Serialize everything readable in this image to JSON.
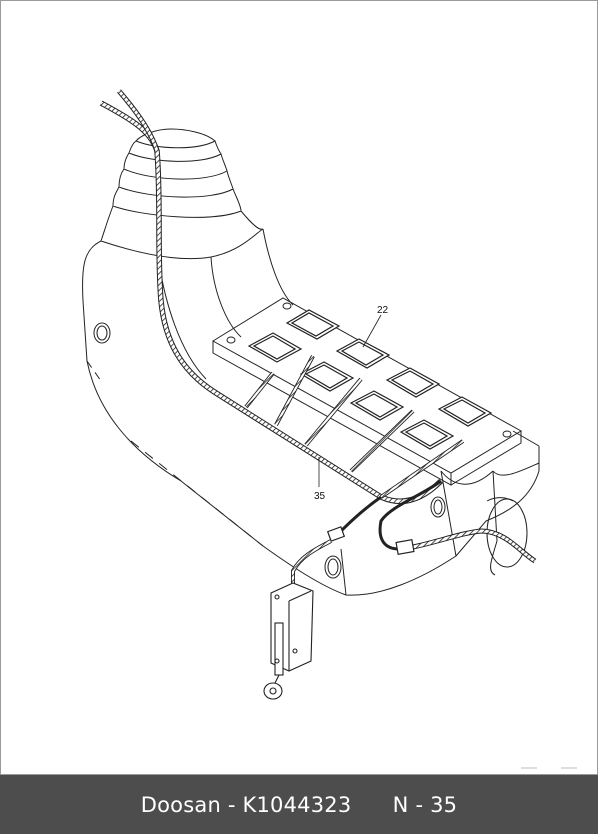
{
  "callouts": {
    "label_22": "22",
    "label_35": "35"
  },
  "footer": {
    "brand": "Doosan",
    "separator": " - ",
    "part_number": "K1044323",
    "page": "N - 35"
  },
  "colors": {
    "footer_bg": "#4d4d4d",
    "line": "#222222",
    "frame_border": "#9a9a9a"
  }
}
